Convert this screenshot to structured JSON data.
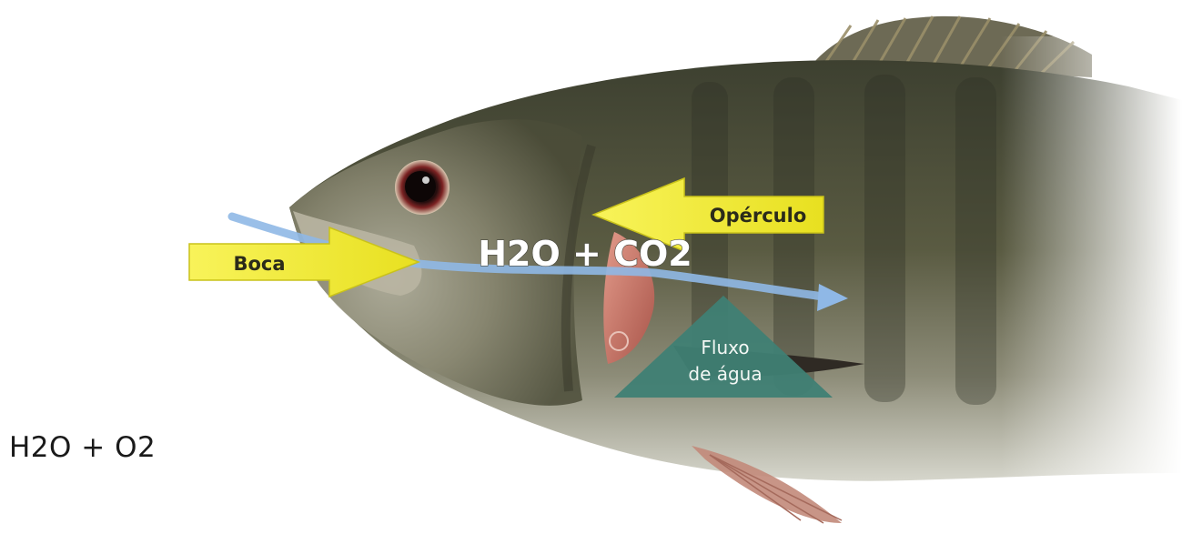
{
  "labels": {
    "mouth": "Boca",
    "operculum": "Opérculo",
    "water_flow_line1": "Fluxo",
    "water_flow_line2": "de água",
    "formula_out": "H2O + CO2",
    "formula_in": "H2O + O2"
  },
  "colors": {
    "arrow_yellow": "#f5ef33",
    "arrow_yellow_edge": "#c9c21a",
    "flow_arrow": "#8fb8e6",
    "triangle": "#3f7f74",
    "gill": "#c8786a",
    "fish_dark": "#3e4233",
    "fish_mid": "#6a6b4f",
    "fish_belly": "#cfcfc4"
  }
}
